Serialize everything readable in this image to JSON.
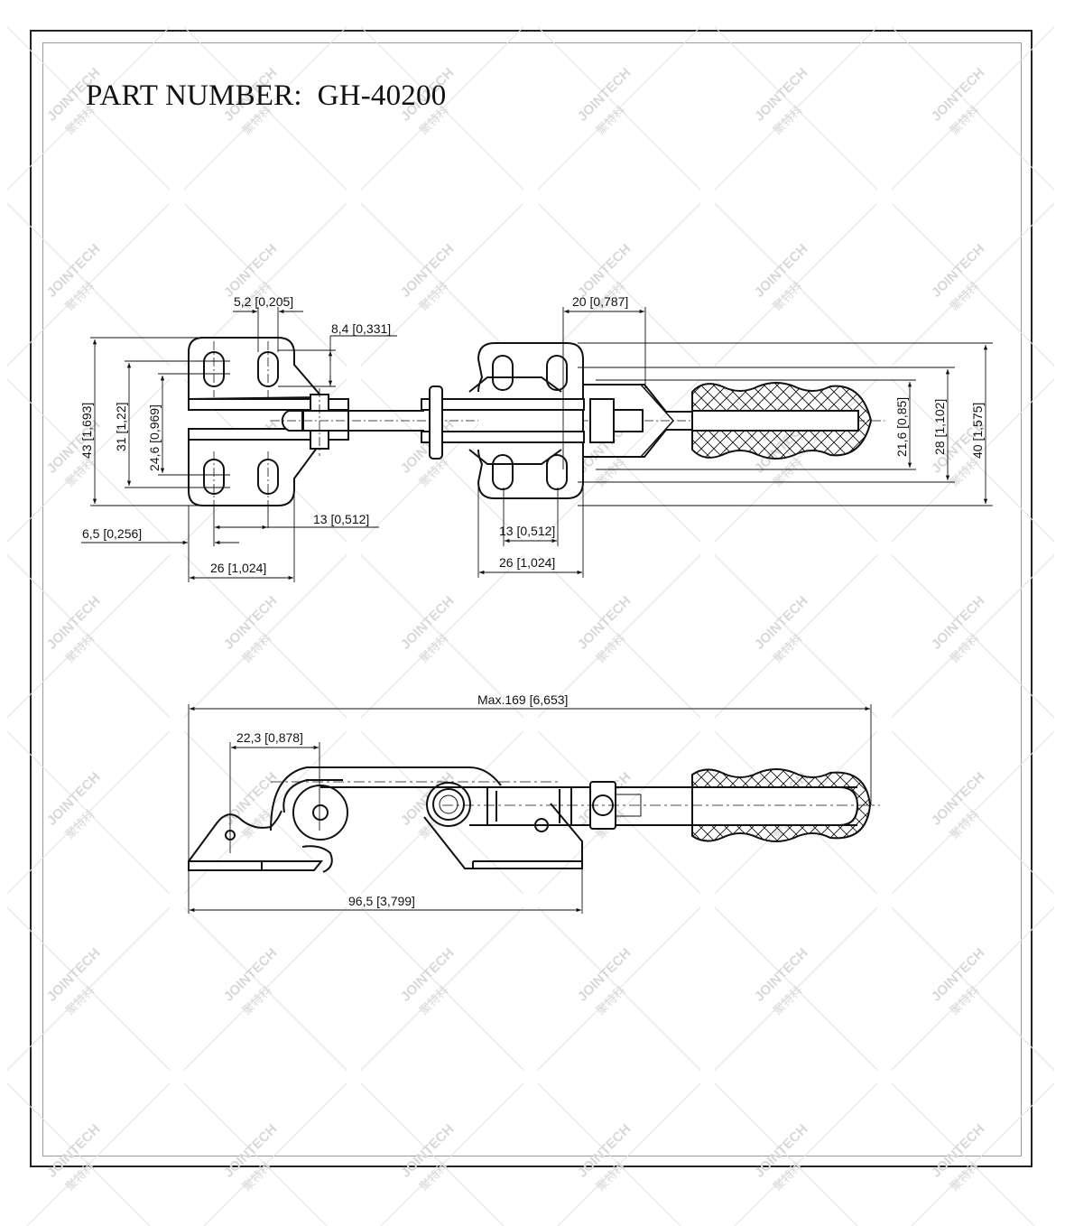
{
  "title": {
    "label": "PART NUMBER:",
    "part_number": "GH-40200"
  },
  "watermark": {
    "brand": "JOINTECH",
    "brand_cn": "聚特科"
  },
  "top_view": {
    "left_plate": {
      "dims": {
        "slot_width": "5,2 [0,205]",
        "slot_length": "8,4 [0,331]",
        "overall_height": "43 [1,693]",
        "hole_span_outer": "31 [1,22]",
        "hole_span_inner": "24,6 [0,969]",
        "hole_pitch": "13 [0,512]",
        "edge_offset": "6,5 [0,256]",
        "plate_width": "26 [1,024]"
      }
    },
    "right_plate": {
      "dims": {
        "offset": "20 [0,787]",
        "hole_pitch": "13 [0,512]",
        "plate_width": "26 [1,024]",
        "handle_width": "21,6 [0,85]",
        "hole_span": "28 [1,102]",
        "overall_height": "40 [1,575]"
      }
    }
  },
  "side_view": {
    "dims": {
      "max_length": "Max.169 [6,653]",
      "hook_offset": "22,3 [0,878]",
      "base_length": "96,5 [3,799]"
    }
  },
  "colors": {
    "line": "#111111",
    "frame_outer": "#222222",
    "frame_inner": "#9a9a9a",
    "watermark": "#d8d8d8"
  }
}
